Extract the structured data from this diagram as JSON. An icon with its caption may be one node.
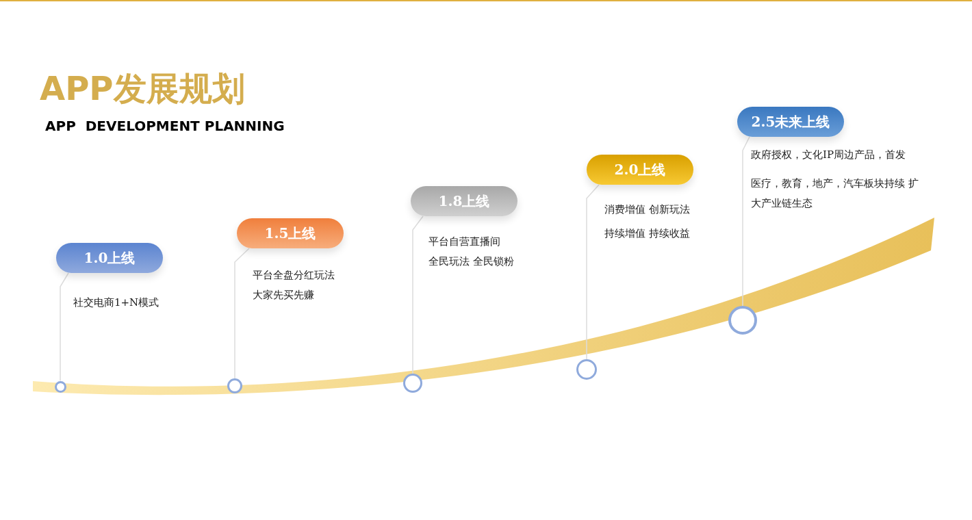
{
  "diagram": {
    "title": "APP发展规划",
    "nodes": [
      {
        "text": [
          "1.0上线"
        ],
        "beside": [
          "社交电商1+N模式"
        ]
      },
      {
        "text": [
          "1.5上线"
        ],
        "beside": [
          "平台全盘分红玩法",
          "大家先买先赚"
        ]
      },
      {
        "text": [
          "1.8上线"
        ],
        "beside": [
          "平台自营直播间",
          "全民玩法  全民锁粉"
        ]
      },
      {
        "text": [
          "2.0上线"
        ],
        "beside": [
          "消费增值   创新玩法",
          "持续增值  持续收益"
        ]
      },
      {
        "text": [
          "2.5未来上线"
        ],
        "beside": [
          "政府授权，文化IP周边产品，首发",
          "医疗，教育，地产，汽车板块持续 扩大产业链生态"
        ]
      },
      {
        "text": [],
        "shape": "circle"
      },
      {
        "text": [],
        "shape": "circle"
      },
      {
        "text": [],
        "shape": "circle"
      },
      {
        "text": [],
        "shape": "circle"
      },
      {
        "text": [],
        "shape": "circle"
      }
    ],
    "edges": [
      {
        "from": 0,
        "to": 5,
        "arrow": "none"
      },
      {
        "from": 1,
        "to": 6,
        "arrow": "none"
      },
      {
        "from": 2,
        "to": 7,
        "arrow": "none"
      },
      {
        "from": 3,
        "to": 8,
        "arrow": "none"
      },
      {
        "from": 4,
        "to": 9,
        "arrow": "none"
      }
    ],
    "labels": [
      "APP  DEVELOPMENT PLANNING"
    ]
  }
}
